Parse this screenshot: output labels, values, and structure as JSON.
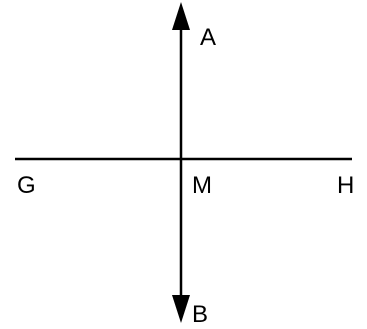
{
  "diagram": {
    "labels": {
      "a": "A",
      "b": "B",
      "g": "G",
      "h": "H",
      "m": "M"
    },
    "colors": {
      "line": "#000000",
      "background": "#ffffff"
    }
  }
}
